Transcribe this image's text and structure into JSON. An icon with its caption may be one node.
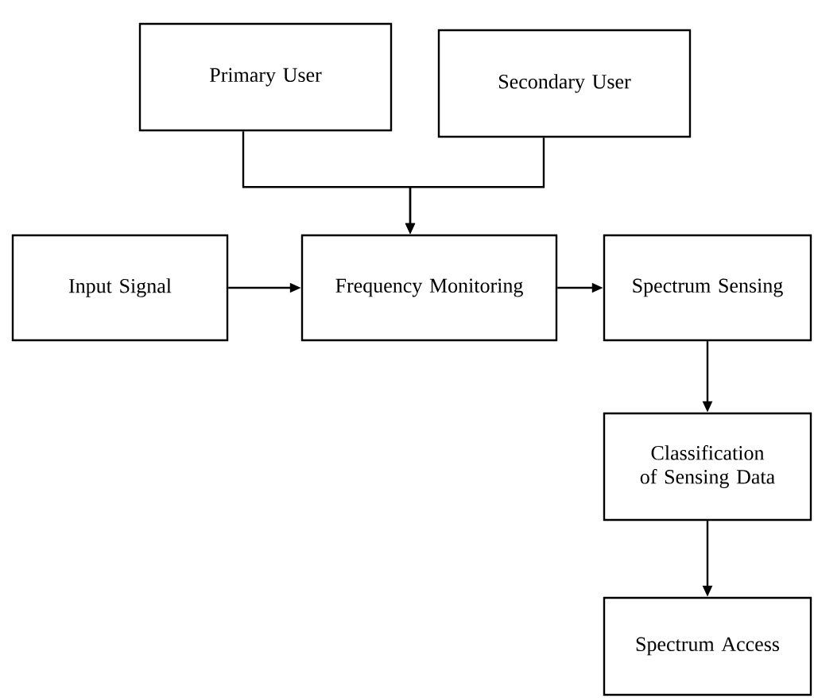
{
  "diagram": {
    "nodes": [
      {
        "text": [
          "Primary User"
        ]
      },
      {
        "text": [
          "Secondary User"
        ]
      },
      {
        "text": [
          "Input Signal"
        ]
      },
      {
        "text": [
          "Frequency Monitoring"
        ]
      },
      {
        "text": [
          "Spectrum Sensing"
        ]
      },
      {
        "text": [
          "Classification of Sensing Data"
        ]
      },
      {
        "text": [
          "Spectrum Access"
        ]
      }
    ],
    "edges": [
      {
        "from": 0,
        "to": 3,
        "arrow": "to"
      },
      {
        "from": 1,
        "to": 3,
        "arrow": "to"
      },
      {
        "from": 2,
        "to": 3,
        "arrow": "to"
      },
      {
        "from": 3,
        "to": 4,
        "arrow": "to"
      },
      {
        "from": 4,
        "to": 5,
        "arrow": "to"
      },
      {
        "from": 5,
        "to": 6,
        "arrow": "to"
      }
    ]
  }
}
